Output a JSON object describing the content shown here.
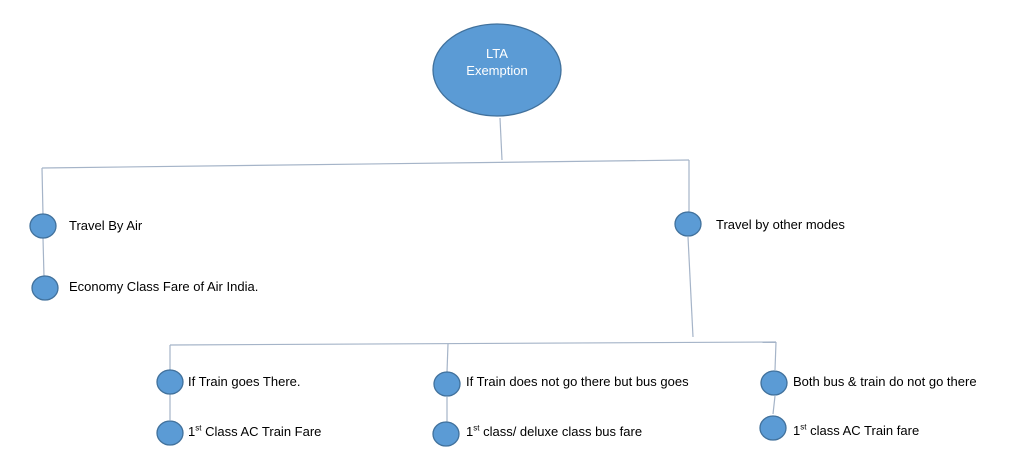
{
  "colors": {
    "node_fill": "#5b9bd5",
    "node_stroke": "#41719c",
    "line": "#a5b4c8"
  },
  "root": {
    "line1": "LTA",
    "line2": "Exemption"
  },
  "branches": {
    "air": {
      "label": "Travel By Air",
      "child": "Economy Class Fare of Air India."
    },
    "other": {
      "label": "Travel by other modes"
    }
  },
  "sub_branches": {
    "train": {
      "label": "If Train goes There.",
      "child_sup": "st",
      "child_rest": " Class AC Train Fare"
    },
    "bus": {
      "label": "If Train does not go there but bus goes",
      "child_sup": "st",
      "child_rest": " class/ deluxe class bus fare"
    },
    "neither": {
      "label": "Both bus & train do not go there",
      "child_sup": "st",
      "child_rest": " class AC Train fare"
    }
  }
}
